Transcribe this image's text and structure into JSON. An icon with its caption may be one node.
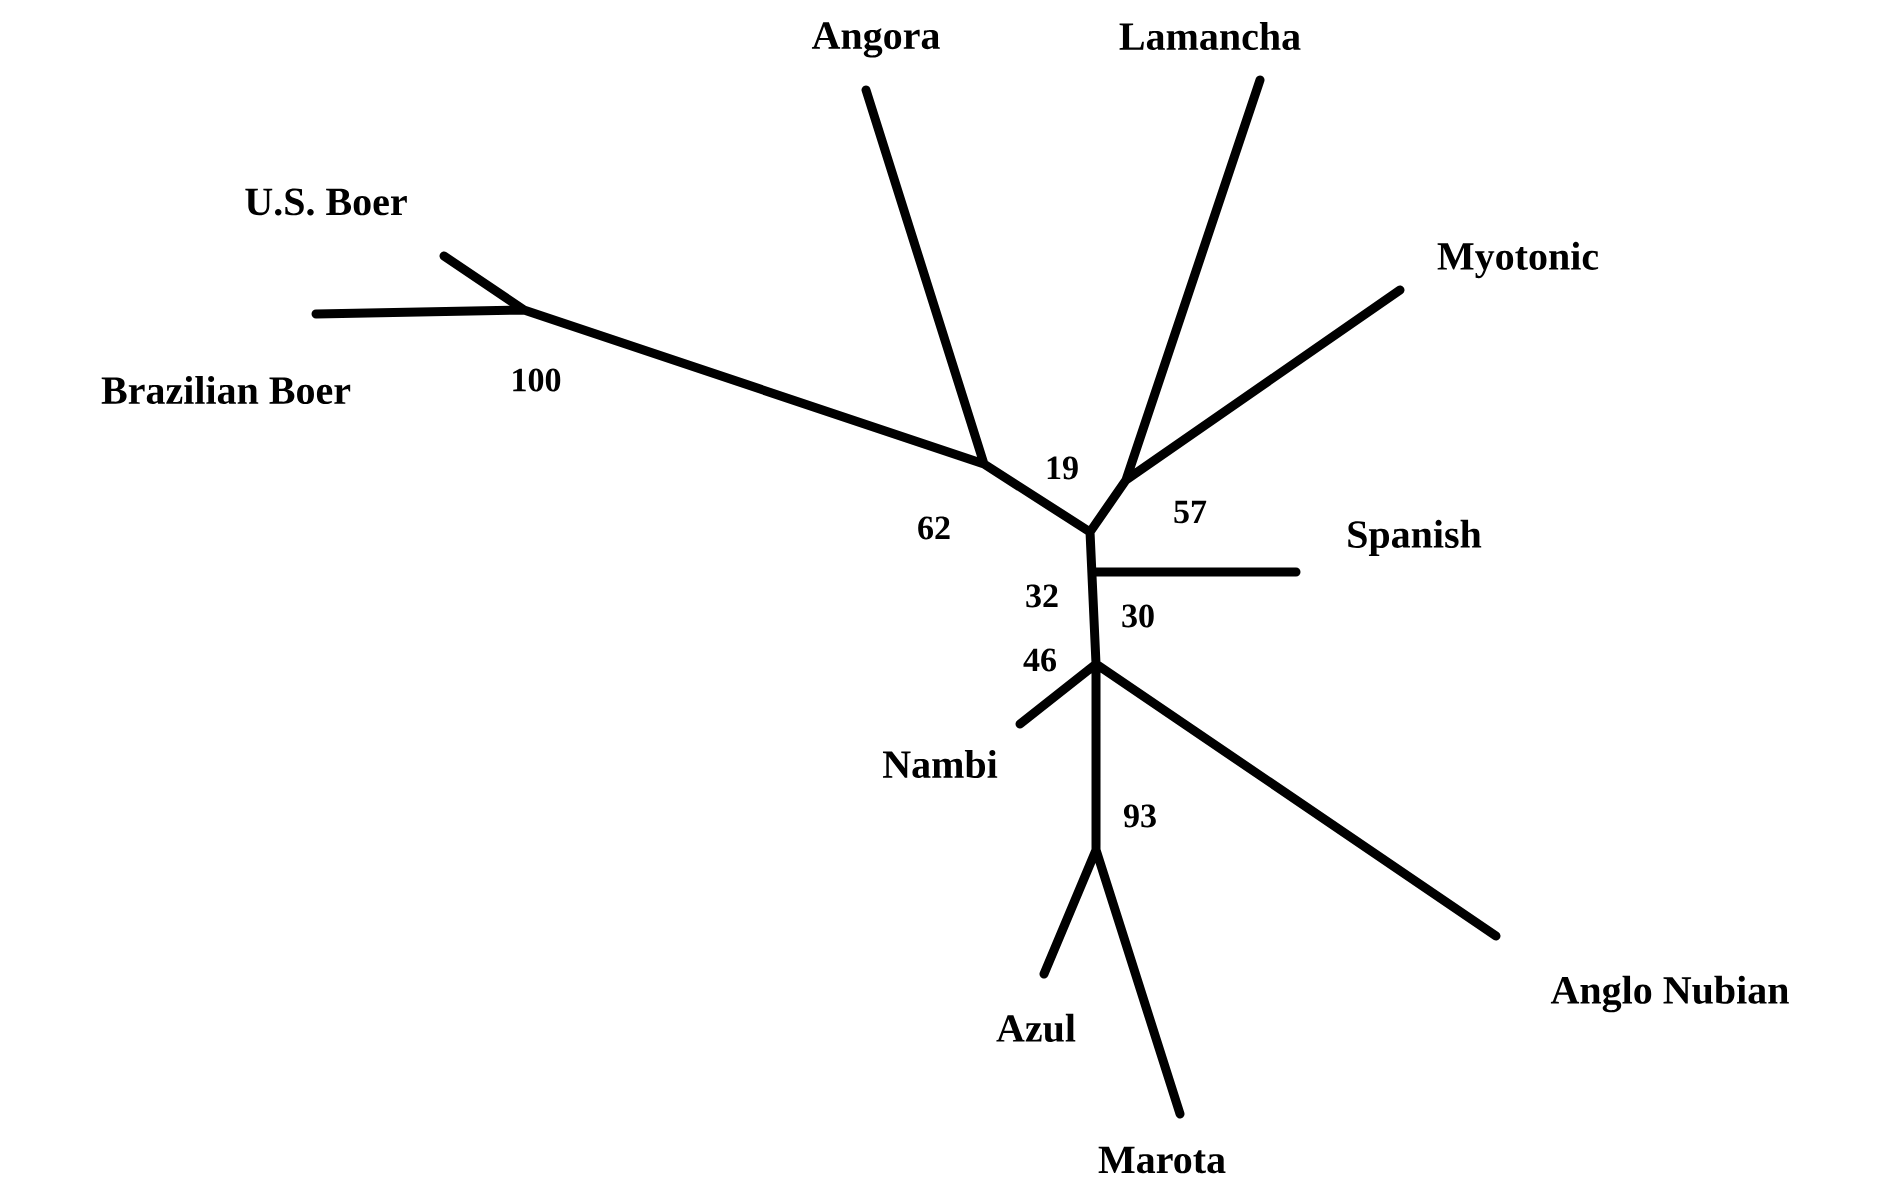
{
  "diagram": {
    "labels": [
      "Angora",
      "Lamancha",
      "U.S. Boer",
      "Myotonic",
      "Brazilian Boer",
      "100",
      "19",
      "62",
      "57",
      "Spanish",
      "32",
      "30",
      "46",
      "Nambi",
      "93",
      "Anglo Nubian",
      "Azul",
      "Marota"
    ]
  }
}
